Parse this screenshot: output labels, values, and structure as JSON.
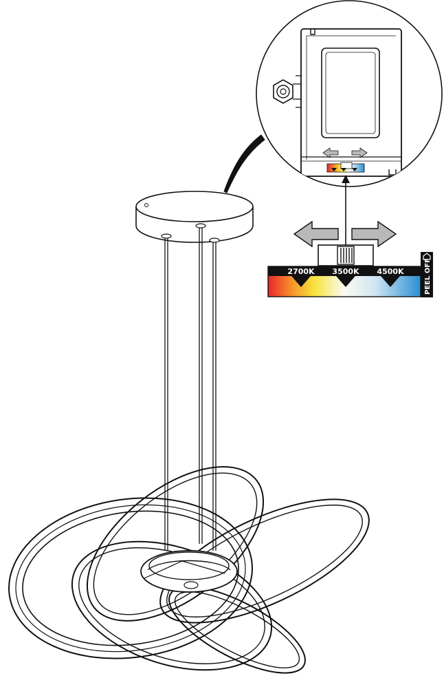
{
  "color_temperature": {
    "options": [
      "2700K",
      "3500K",
      "4500K"
    ],
    "selected": "3500K"
  },
  "label_tab": "PEEL OFF",
  "colors": {
    "warm": "#e8262b",
    "neutral": "#ffffff",
    "cool": "#2b8fd3",
    "arrow_fill": "#b9b9b9",
    "line": "#111111"
  }
}
